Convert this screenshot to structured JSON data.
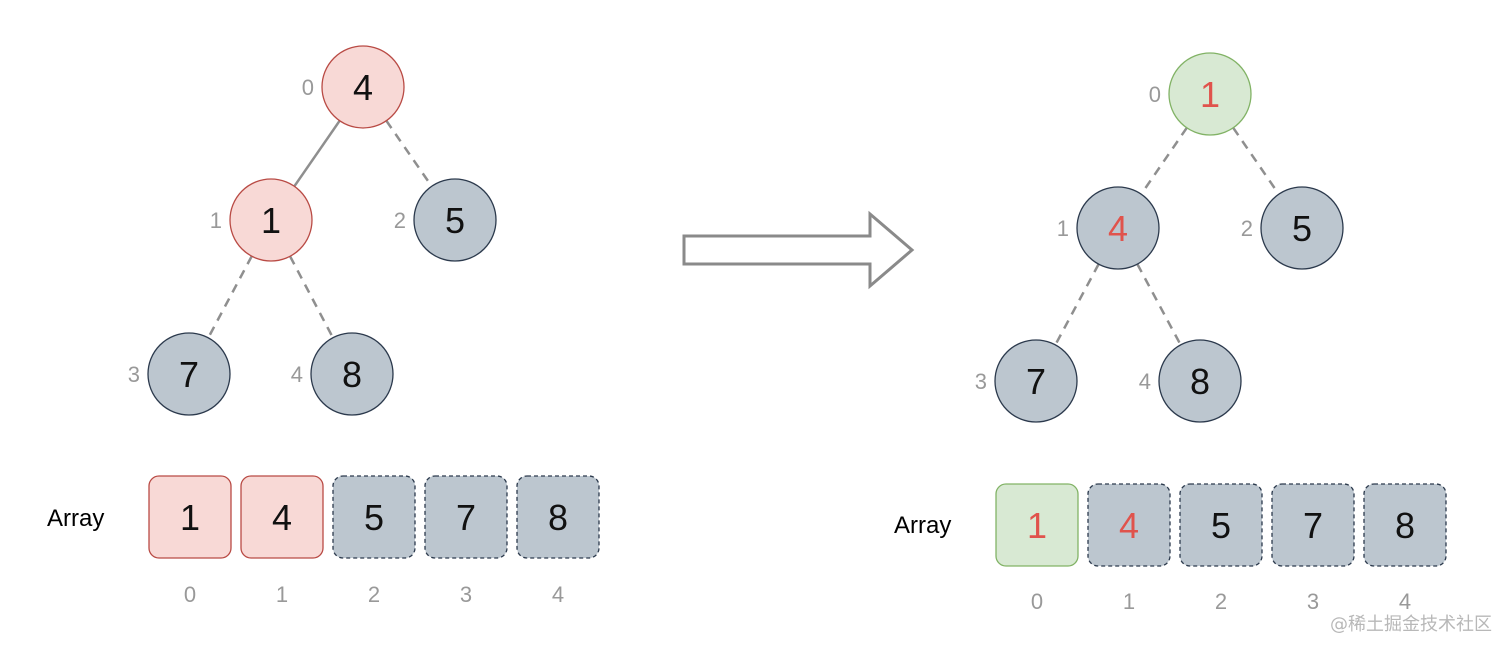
{
  "colors": {
    "red_fill": "#f8d9d6",
    "red_stroke": "#b94b45",
    "gray_fill": "#bcc6cf",
    "gray_stroke": "#2c3a4d",
    "green_fill": "#d8e9d3",
    "green_stroke": "#82b366",
    "red_text": "#e0534c",
    "index_text": "#999999",
    "edge": "#8f8f8f"
  },
  "left": {
    "tree": {
      "nodes": [
        {
          "index": "0",
          "value": "4",
          "style": "red",
          "text_color": "dark"
        },
        {
          "index": "1",
          "value": "1",
          "style": "red",
          "text_color": "dark"
        },
        {
          "index": "2",
          "value": "5",
          "style": "gray",
          "text_color": "dark"
        },
        {
          "index": "3",
          "value": "7",
          "style": "gray",
          "text_color": "dark"
        },
        {
          "index": "4",
          "value": "8",
          "style": "gray",
          "text_color": "dark"
        }
      ],
      "edges": [
        {
          "from": 0,
          "to": 1,
          "style": "solid"
        },
        {
          "from": 0,
          "to": 2,
          "style": "dashed"
        },
        {
          "from": 1,
          "to": 3,
          "style": "dashed"
        },
        {
          "from": 1,
          "to": 4,
          "style": "dashed"
        }
      ]
    },
    "array": {
      "label": "Array",
      "cells": [
        {
          "value": "1",
          "index": "0",
          "style": "red",
          "text_color": "dark"
        },
        {
          "value": "4",
          "index": "1",
          "style": "red",
          "text_color": "dark"
        },
        {
          "value": "5",
          "index": "2",
          "style": "gray",
          "text_color": "dark"
        },
        {
          "value": "7",
          "index": "3",
          "style": "gray",
          "text_color": "dark"
        },
        {
          "value": "8",
          "index": "4",
          "style": "gray",
          "text_color": "dark"
        }
      ]
    }
  },
  "right": {
    "tree": {
      "nodes": [
        {
          "index": "0",
          "value": "1",
          "style": "green",
          "text_color": "red"
        },
        {
          "index": "1",
          "value": "4",
          "style": "gray",
          "text_color": "red"
        },
        {
          "index": "2",
          "value": "5",
          "style": "gray",
          "text_color": "dark"
        },
        {
          "index": "3",
          "value": "7",
          "style": "gray",
          "text_color": "dark"
        },
        {
          "index": "4",
          "value": "8",
          "style": "gray",
          "text_color": "dark"
        }
      ],
      "edges": [
        {
          "from": 0,
          "to": 1,
          "style": "dashed"
        },
        {
          "from": 0,
          "to": 2,
          "style": "dashed"
        },
        {
          "from": 1,
          "to": 3,
          "style": "dashed"
        },
        {
          "from": 1,
          "to": 4,
          "style": "dashed"
        }
      ]
    },
    "array": {
      "label": "Array",
      "cells": [
        {
          "value": "1",
          "index": "0",
          "style": "green",
          "text_color": "red"
        },
        {
          "value": "4",
          "index": "1",
          "style": "gray",
          "text_color": "red"
        },
        {
          "value": "5",
          "index": "2",
          "style": "gray",
          "text_color": "dark"
        },
        {
          "value": "7",
          "index": "3",
          "style": "gray",
          "text_color": "dark"
        },
        {
          "value": "8",
          "index": "4",
          "style": "gray",
          "text_color": "dark"
        }
      ]
    }
  },
  "arrow": {
    "icon": "right-arrow-icon"
  },
  "watermark": "@稀土掘金技术社区"
}
